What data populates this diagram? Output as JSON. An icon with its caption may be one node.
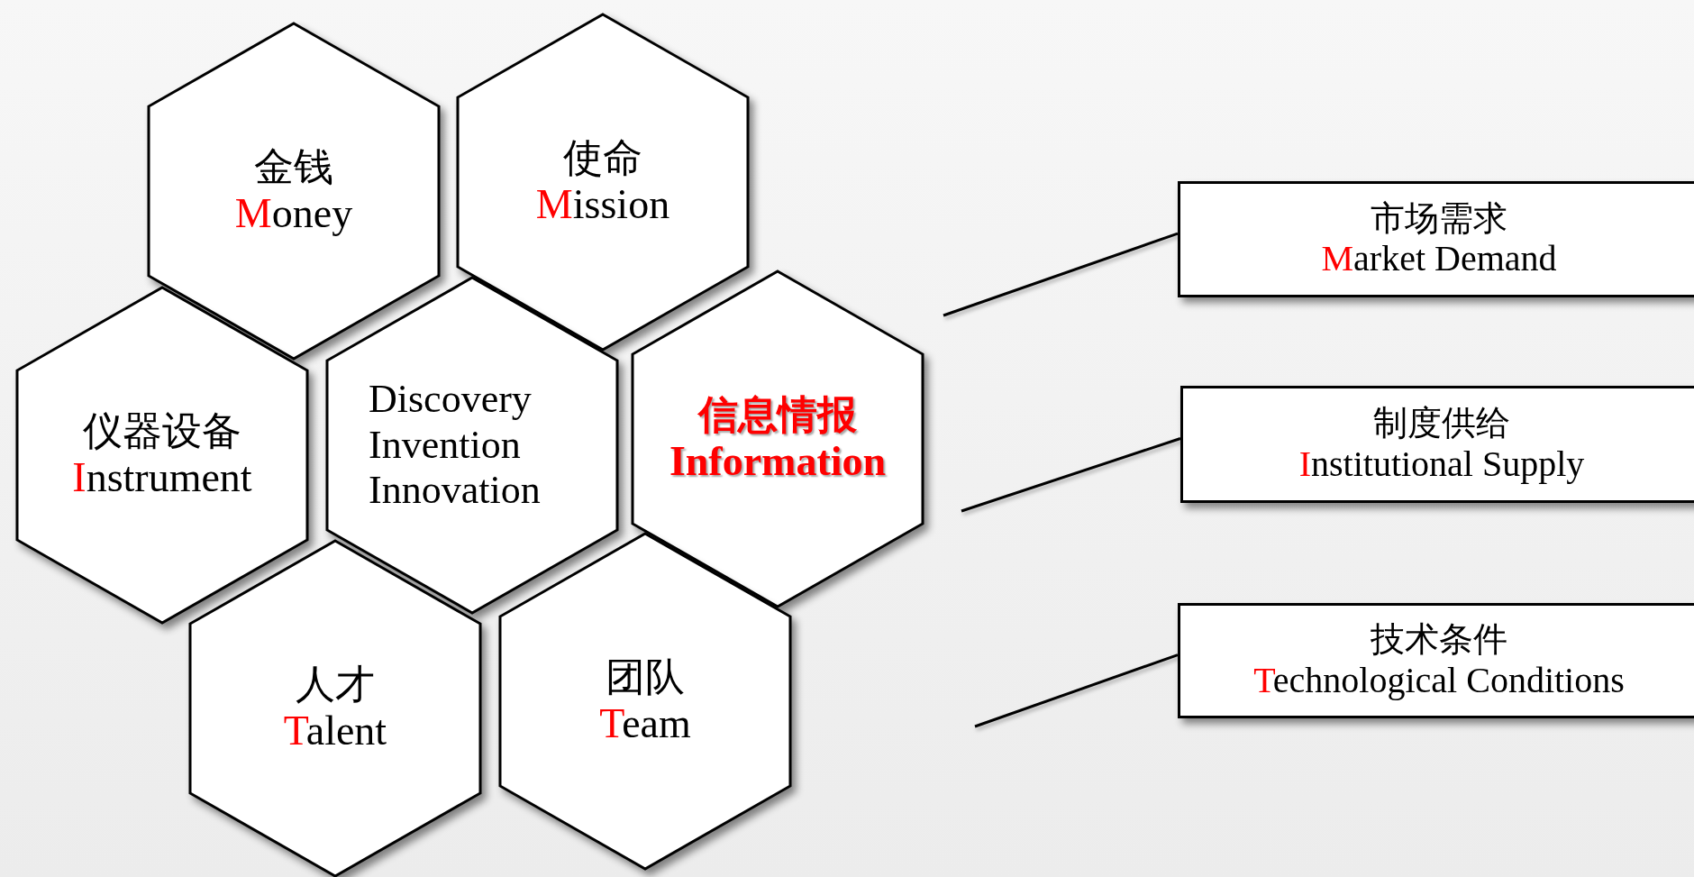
{
  "diagram": {
    "nodes": [
      {
        "text": [
          "金钱",
          "Money"
        ]
      },
      {
        "text": [
          "使命",
          "Mission"
        ]
      },
      {
        "text": [
          "仪器设备",
          "Instrument"
        ]
      },
      {
        "text": [
          "Discovery Invention Innovation"
        ]
      },
      {
        "text": [
          "信息情报",
          "Information"
        ]
      },
      {
        "text": [
          "人才",
          "Talent"
        ]
      },
      {
        "text": [
          "团队",
          "Team"
        ]
      },
      {
        "text": [
          "市场需求",
          "Market Demand"
        ]
      },
      {
        "text": [
          "制度供给",
          "Institutional Supply"
        ]
      },
      {
        "text": [
          "技术条件",
          "Technological Conditions"
        ]
      }
    ],
    "edges": [
      {
        "from": null,
        "to": 7,
        "arrow": "none"
      },
      {
        "from": null,
        "to": 8,
        "arrow": "none"
      },
      {
        "from": null,
        "to": 9,
        "arrow": "none"
      }
    ]
  }
}
